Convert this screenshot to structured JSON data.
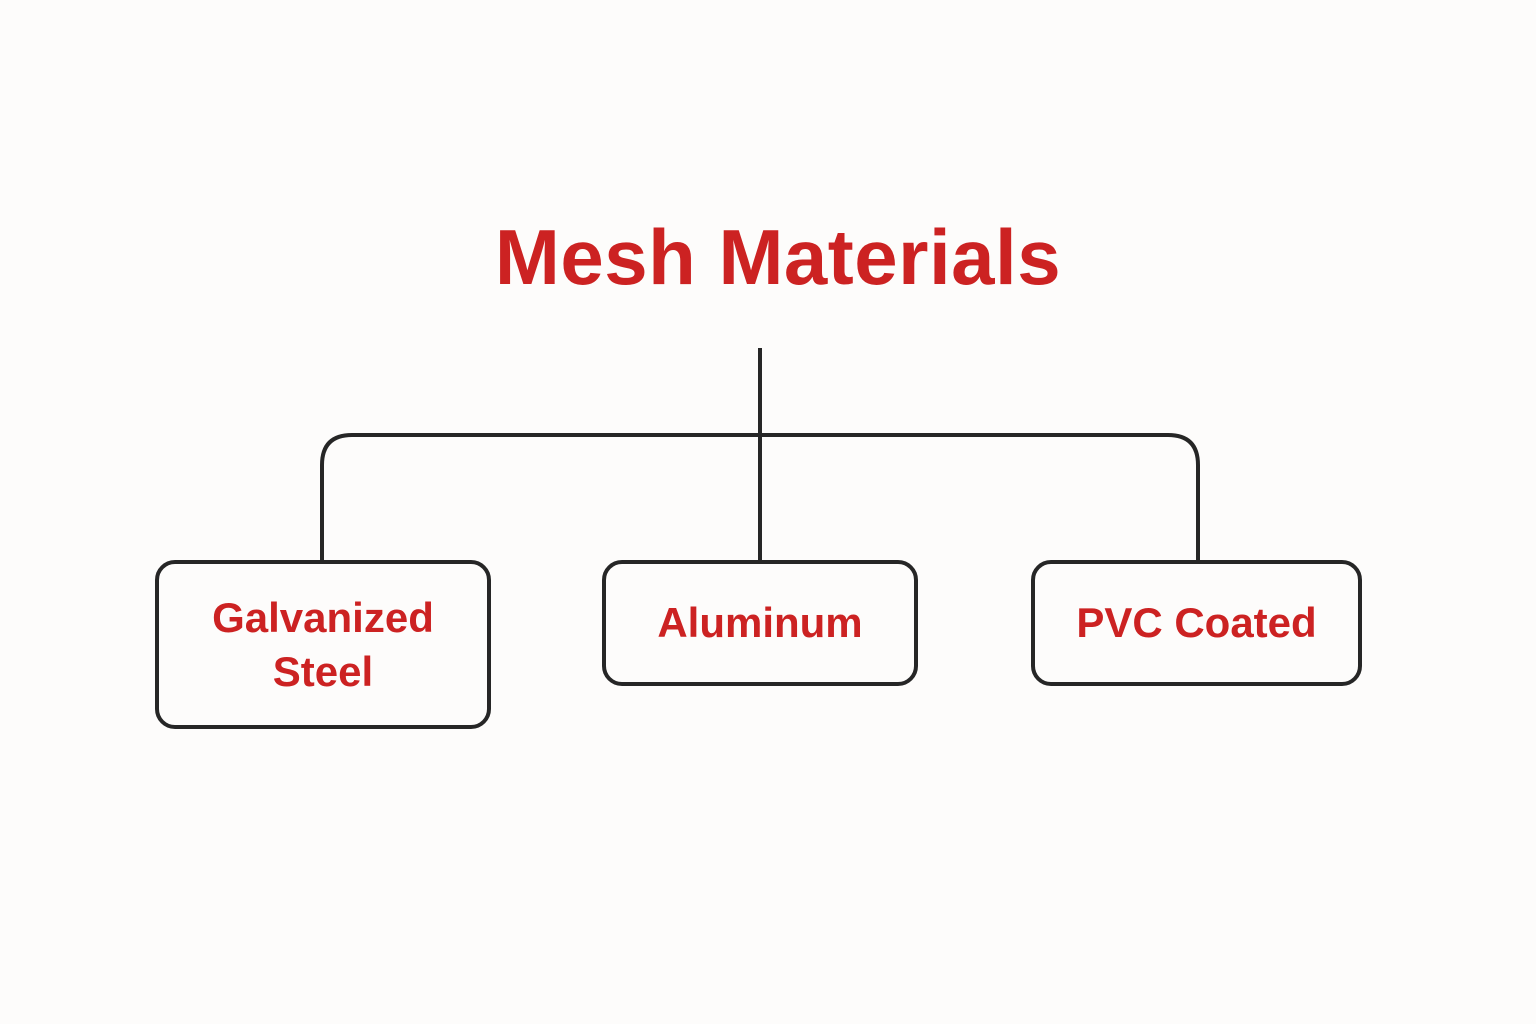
{
  "title": "Mesh Materials",
  "colors": {
    "title": "#cc2222",
    "node_text": "#cc2222",
    "lines": "#262626",
    "background": "#fdfcfb"
  },
  "nodes": [
    {
      "label_lines": [
        "Galvanized",
        "Steel"
      ]
    },
    {
      "label_lines": [
        "Aluminum"
      ]
    },
    {
      "label_lines": [
        "PVC Coated"
      ]
    }
  ]
}
